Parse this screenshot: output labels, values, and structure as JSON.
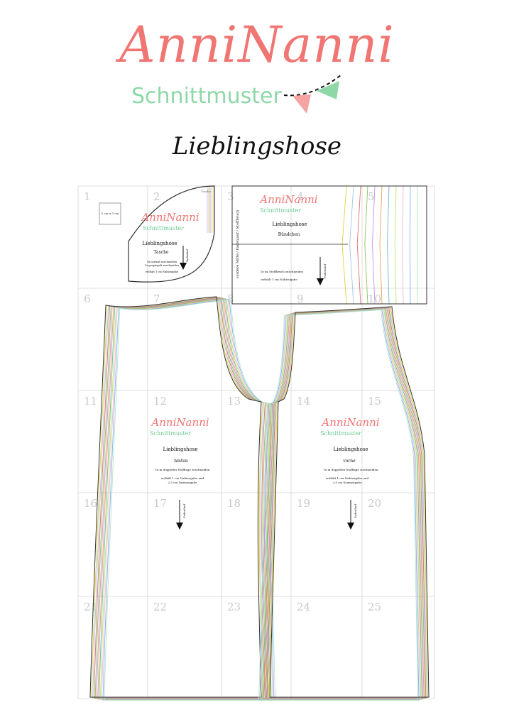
{
  "header": {
    "brand": "AnniNanni",
    "subtitle": "Schnittmuster",
    "title": "Lieblingshose"
  },
  "colors": {
    "brand_red": "#f07673",
    "brand_green": "#8ed8a8",
    "grid_line": "#d4d4d4",
    "page_number": "#c8c8c8",
    "size_lines": [
      "#e6cf3c",
      "#a2c7e6",
      "#e46c6c",
      "#8cc55a",
      "#c497dd",
      "#ee9e53",
      "#6fb7b0",
      "#bfe36b",
      "#f6b6cf",
      "#7fb4f2",
      "#b6e5c4"
    ]
  },
  "page_numbers": [
    "1",
    "2",
    "3",
    "4",
    "5",
    "6",
    "7",
    "8",
    "9",
    "10",
    "11",
    "12",
    "13",
    "14",
    "15",
    "16",
    "17",
    "18",
    "19",
    "20",
    "21",
    "22",
    "23",
    "24",
    "25"
  ],
  "test_square": {
    "label": "5 cm x 5 cm"
  },
  "pieces": {
    "pocket": {
      "brand": "AnniNanni",
      "sub": "Schnittmuster",
      "name": "Lieblingshose",
      "part": "Tasche",
      "note1": "1x normal zuschneiden",
      "note2": "1x gespiegelt zuschneiden",
      "note3": "enthält 1 cm Nahtzugabe",
      "grain": "Fadenlauf",
      "corner": "Tasche"
    },
    "waistband": {
      "brand": "AnniNanni",
      "sub": "Schnittmuster",
      "name": "Lieblingshose",
      "part": "Bündchen",
      "note1": "1x im Stoffbruch zuschneiden",
      "note2": "enthält 1 cm Nahtzugabe",
      "grain": "Fadenlauf",
      "fold": "vordere Mitte / Fadenlauf / Stoffbruch"
    },
    "back": {
      "brand": "AnniNanni",
      "sub": "Schnittmuster",
      "name": "Lieblingshose",
      "part": "hinten",
      "note1": "1x in doppelter Stofflage zuschneiden",
      "note2": "enthält 1 cm Nahtzugabe und",
      "note3": "2,5 cm Saumzugabe",
      "grain": "Fadenlauf"
    },
    "front": {
      "brand": "AnniNanni",
      "sub": "Schnittmuster",
      "name": "Lieblingshose",
      "part": "vorne",
      "note1": "1x in doppelter Stofflage zuschneiden",
      "note2": "enthält 1 cm Nahtzugabe und",
      "note3": "2,5 cm Saumzugabe",
      "grain": "Fadenlauf"
    }
  }
}
